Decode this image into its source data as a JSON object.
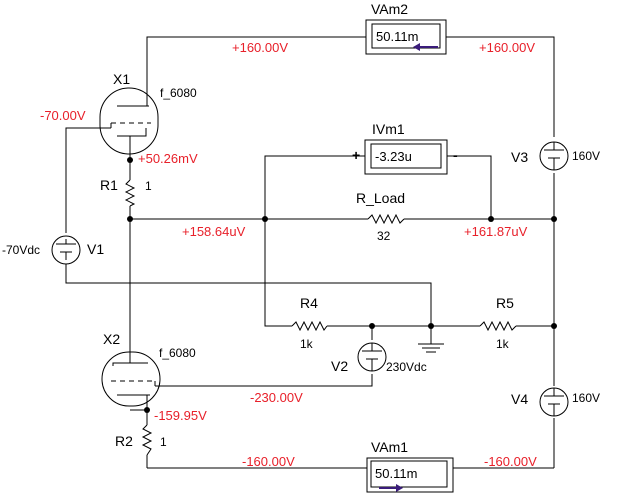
{
  "components": {
    "vam2": {
      "name": "VAm2",
      "reading": "50.11m"
    },
    "ivm1": {
      "name": "IVm1",
      "reading": "-3.23u",
      "plus": "+",
      "minus": "-"
    },
    "vam1": {
      "name": "VAm1",
      "reading": "50.11m"
    },
    "x1": {
      "name": "X1",
      "model": "f_6080"
    },
    "x2": {
      "name": "X2",
      "model": "f_6080"
    },
    "r1": {
      "name": "R1",
      "value": "1"
    },
    "r2": {
      "name": "R2",
      "value": "1"
    },
    "r4": {
      "name": "R4",
      "value": "1k"
    },
    "r5": {
      "name": "R5",
      "value": "1k"
    },
    "r_load": {
      "name": "R_Load",
      "value": "32"
    },
    "v1": {
      "name": "V1",
      "value": "-70Vdc"
    },
    "v2": {
      "name": "V2",
      "value": "230Vdc"
    },
    "v3": {
      "name": "V3",
      "value": "160V"
    },
    "v4": {
      "name": "V4",
      "value": "160V"
    }
  },
  "voltages": {
    "top_left": "+160.00V",
    "top_right": "+160.00V",
    "x1_grid": "-70.00V",
    "x1_cathode": "+50.26mV",
    "load_left": "+158.64uV",
    "load_right": "+161.87uV",
    "x2_grid": "-230.00V",
    "x2_cathode": "-159.95V",
    "bottom_left": "-160.00V",
    "bottom_right": "-160.00V"
  },
  "colors": {
    "wire": "#000000",
    "voltage_label": "#e8202a",
    "arrow": "#3a1c7a"
  }
}
